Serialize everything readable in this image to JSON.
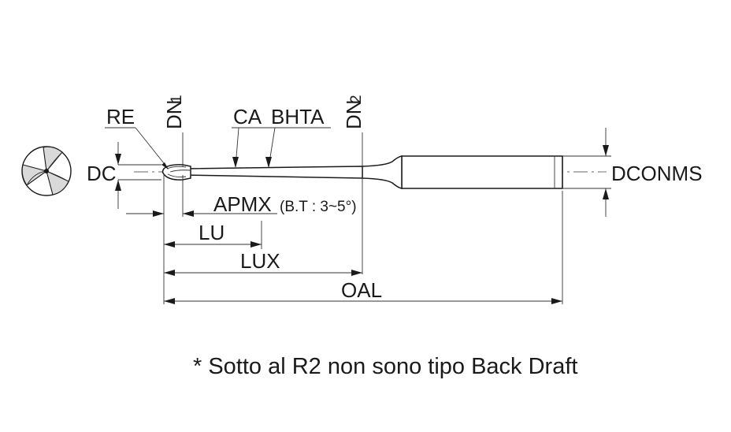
{
  "labels": {
    "re": "RE",
    "dn1_main": "DN",
    "dn1_sub": "1",
    "ca": "CA",
    "bhta": "BHTA",
    "dn2_main": "DN",
    "dn2_sub": "2",
    "dc": "DC",
    "dconms": "DCONMS",
    "apmx": "APMX",
    "bt": "(B.T : 3~5°)",
    "lu": "LU",
    "lux": "LUX",
    "oal": "OAL"
  },
  "note": "* Sotto al R2 non sono tipo Back Draft",
  "icons": {
    "end_view": "three-flute-end-view-icon"
  }
}
